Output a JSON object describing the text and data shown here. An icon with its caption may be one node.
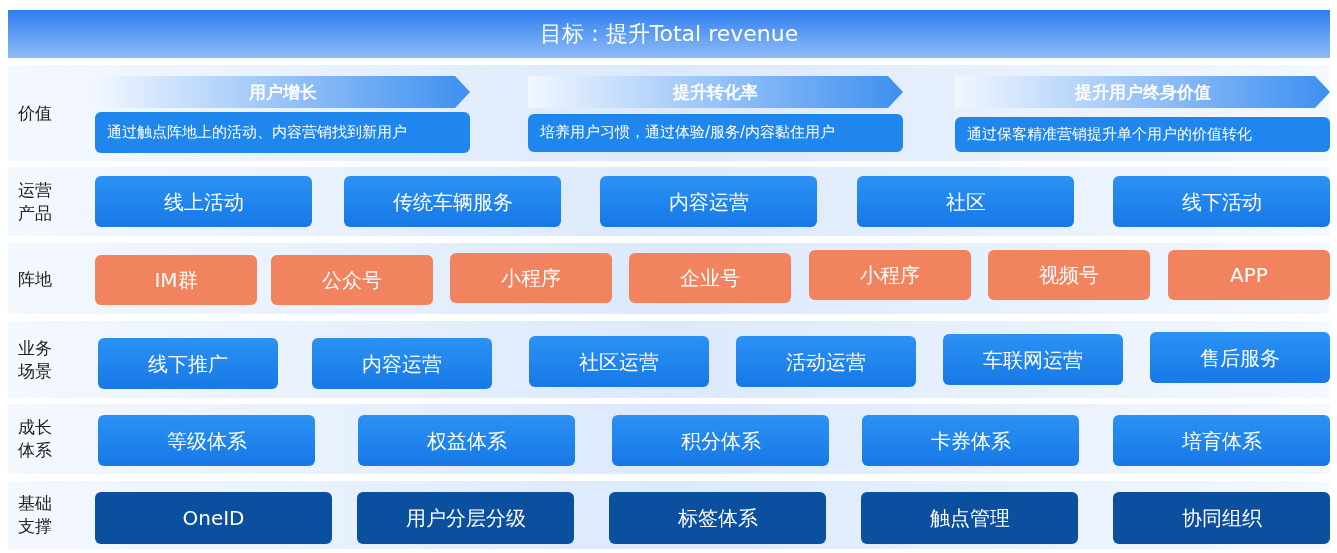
{
  "diagram": {
    "nodes": [
      {
        "text": [
          "目标：提升Total revenue"
        ]
      },
      {
        "text": [
          "价值"
        ]
      },
      {
        "text": [
          "用户增长"
        ],
        "in": 1
      },
      {
        "text": [
          "通过触点阵地上的活动、内容营销找到新用户"
        ],
        "in": 1
      },
      {
        "text": [
          "提升转化率"
        ],
        "in": 1
      },
      {
        "text": [
          "培养用户习惯，通过体验/服务/内容黏住用户"
        ],
        "in": 1
      },
      {
        "text": [
          "提升用户终身价值"
        ],
        "in": 1
      },
      {
        "text": [
          "通过保客精准营销提升单个用户的价值转化"
        ],
        "in": 1
      },
      {
        "text": [
          "运营产品"
        ]
      },
      {
        "text": [
          "线上活动"
        ],
        "in": 8
      },
      {
        "text": [
          "传统车辆服务"
        ],
        "in": 8
      },
      {
        "text": [
          "内容运营"
        ],
        "in": 8
      },
      {
        "text": [
          "社区"
        ],
        "in": 8
      },
      {
        "text": [
          "线下活动"
        ],
        "in": 8
      },
      {
        "text": [
          "阵地"
        ]
      },
      {
        "text": [
          "IM群"
        ],
        "in": 14
      },
      {
        "text": [
          "公众号"
        ],
        "in": 14
      },
      {
        "text": [
          "小程序"
        ],
        "in": 14
      },
      {
        "text": [
          "企业号"
        ],
        "in": 14
      },
      {
        "text": [
          "小程序"
        ],
        "in": 14
      },
      {
        "text": [
          "视频号"
        ],
        "in": 14
      },
      {
        "text": [
          "APP"
        ],
        "in": 14
      },
      {
        "text": [
          "业务场景"
        ]
      },
      {
        "text": [
          "线下推广"
        ],
        "in": 22
      },
      {
        "text": [
          "内容运营"
        ],
        "in": 22
      },
      {
        "text": [
          "社区运营"
        ],
        "in": 22
      },
      {
        "text": [
          "活动运营"
        ],
        "in": 22
      },
      {
        "text": [
          "车联网运营"
        ],
        "in": 22
      },
      {
        "text": [
          "售后服务"
        ],
        "in": 22
      },
      {
        "text": [
          "成长体系"
        ]
      },
      {
        "text": [
          "等级体系"
        ],
        "in": 29
      },
      {
        "text": [
          "权益体系"
        ],
        "in": 29
      },
      {
        "text": [
          "积分体系"
        ],
        "in": 29
      },
      {
        "text": [
          "卡券体系"
        ],
        "in": 29
      },
      {
        "text": [
          "培育体系"
        ],
        "in": 29
      },
      {
        "text": [
          "基础支撑"
        ]
      },
      {
        "text": [
          "OneID"
        ],
        "in": 35
      },
      {
        "text": [
          "用户分层分级"
        ],
        "in": 35
      },
      {
        "text": [
          "标签体系"
        ],
        "in": 35
      },
      {
        "text": [
          "触点管理"
        ],
        "in": 35
      },
      {
        "text": [
          "协同组织"
        ],
        "in": 35
      }
    ]
  }
}
